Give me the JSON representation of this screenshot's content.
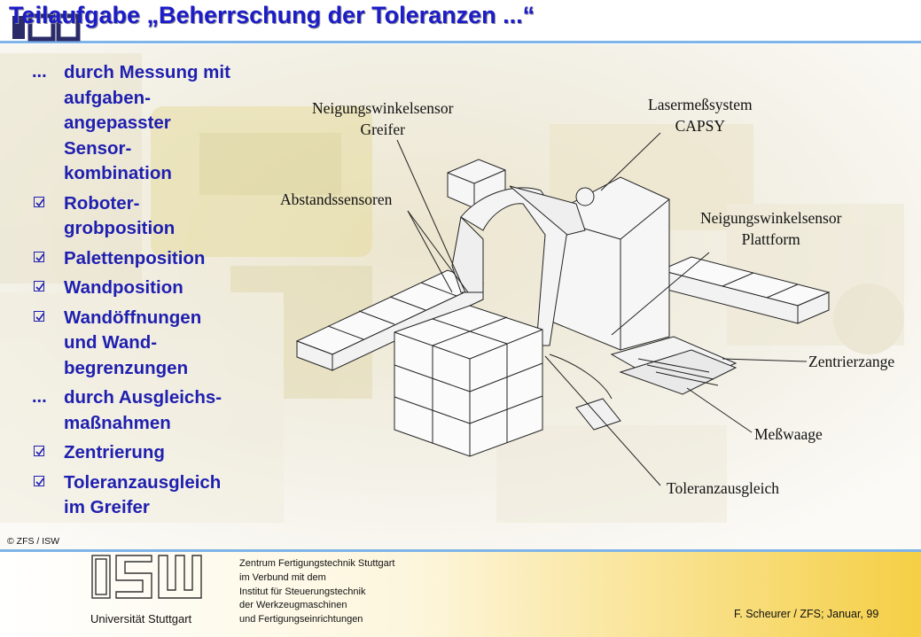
{
  "title": "Teilaufgabe „Beherrschung der Toleranzen ...“",
  "bullets": [
    {
      "marker": "...",
      "text": "durch Messung mit aufgaben-angepasster Sensor-kombination",
      "lines": [
        "durch Messung mit",
        "aufgaben-",
        "angepasster",
        "Sensor-",
        "kombination"
      ]
    },
    {
      "marker": "check",
      "lines": [
        "Roboter-",
        "grobposition"
      ]
    },
    {
      "marker": "check",
      "lines": [
        "Palettenposition"
      ]
    },
    {
      "marker": "check",
      "lines": [
        "Wandposition"
      ]
    },
    {
      "marker": "check",
      "lines": [
        "Wandöffnungen",
        "und Wand-",
        "begrenzungen"
      ]
    },
    {
      "marker": "...",
      "lines": [
        "durch Ausgleichs-",
        "maßnahmen"
      ]
    },
    {
      "marker": "check",
      "lines": [
        "Zentrierung"
      ]
    },
    {
      "marker": "check",
      "lines": [
        "Toleranzausgleich",
        "im Greifer"
      ]
    }
  ],
  "diagram_labels": {
    "neigung_greifer_1": "Neigungswinkelsensor",
    "neigung_greifer_2": "Greifer",
    "laser_1": "Lasermeßsystem",
    "laser_2": "CAPSY",
    "abstand": "Abstandssensoren",
    "neigung_plattform_1": "Neigungswinkelsensor",
    "neigung_plattform_2": "Plattform",
    "zentrierzange": "Zentrierzange",
    "messwaage": "Meßwaage",
    "toleranzausgleich": "Toleranzausgleich"
  },
  "copyright": "© ZFS / ISW",
  "footer": {
    "logo_text": "ISW",
    "university": "Universität Stuttgart",
    "institute_lines": [
      "Zentrum Fertigungstechnik Stuttgart",
      "im Verbund mit dem",
      "Institut für Steuerungstechnik",
      "der Werkzeugmaschinen",
      "und Fertigungseinrichtungen"
    ],
    "author": "F. Scheurer / ZFS; Januar, 99"
  },
  "colors": {
    "title": "#1c1cc8",
    "bullet_text": "#1f1fb0",
    "rule": "#7fb4e8",
    "footer_gradient_end": "#f6d24a"
  }
}
